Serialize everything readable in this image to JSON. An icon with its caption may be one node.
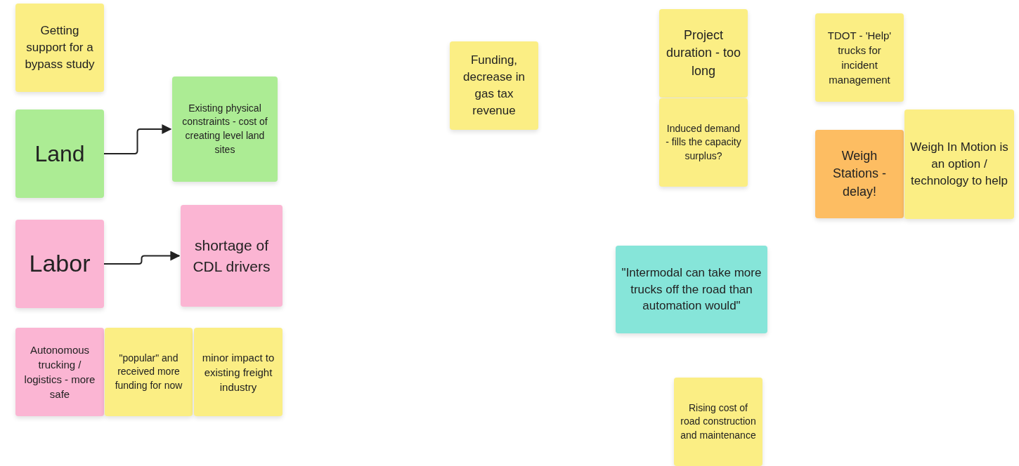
{
  "diagram": {
    "nodes": [
      {
        "text": [
          "Getting support for a bypass study"
        ]
      },
      {
        "text": [
          "Land"
        ]
      },
      {
        "text": [
          "Existing physical constraints - cost of creating level land sites"
        ]
      },
      {
        "text": [
          "Labor"
        ]
      },
      {
        "text": [
          "shortage of CDL drivers"
        ]
      },
      {
        "text": [
          "Autonomous trucking / logistics - more safe"
        ]
      },
      {
        "text": [
          "\"popular\" and received more funding for now"
        ]
      },
      {
        "text": [
          "minor impact to existing freight industry"
        ]
      },
      {
        "text": [
          "Funding, decrease in gas tax revenue"
        ]
      },
      {
        "text": [
          "Project duration - too long"
        ]
      },
      {
        "text": [
          "Induced demand - fills the capacity surplus?"
        ]
      },
      {
        "text": [
          "TDOT - 'Help' trucks for incident management"
        ]
      },
      {
        "text": [
          "Weigh Stations - delay!"
        ]
      },
      {
        "text": [
          "Weigh In Motion is an option / technology to help"
        ]
      },
      {
        "text": [
          "\"Intermodal can take more trucks off the road than automation would\""
        ]
      },
      {
        "text": [
          "Rising cost of road construction and maintenance"
        ]
      }
    ],
    "edges": [
      {
        "from": 1,
        "to": 2,
        "arrow": "to"
      },
      {
        "from": 3,
        "to": 4,
        "arrow": "to"
      }
    ]
  }
}
